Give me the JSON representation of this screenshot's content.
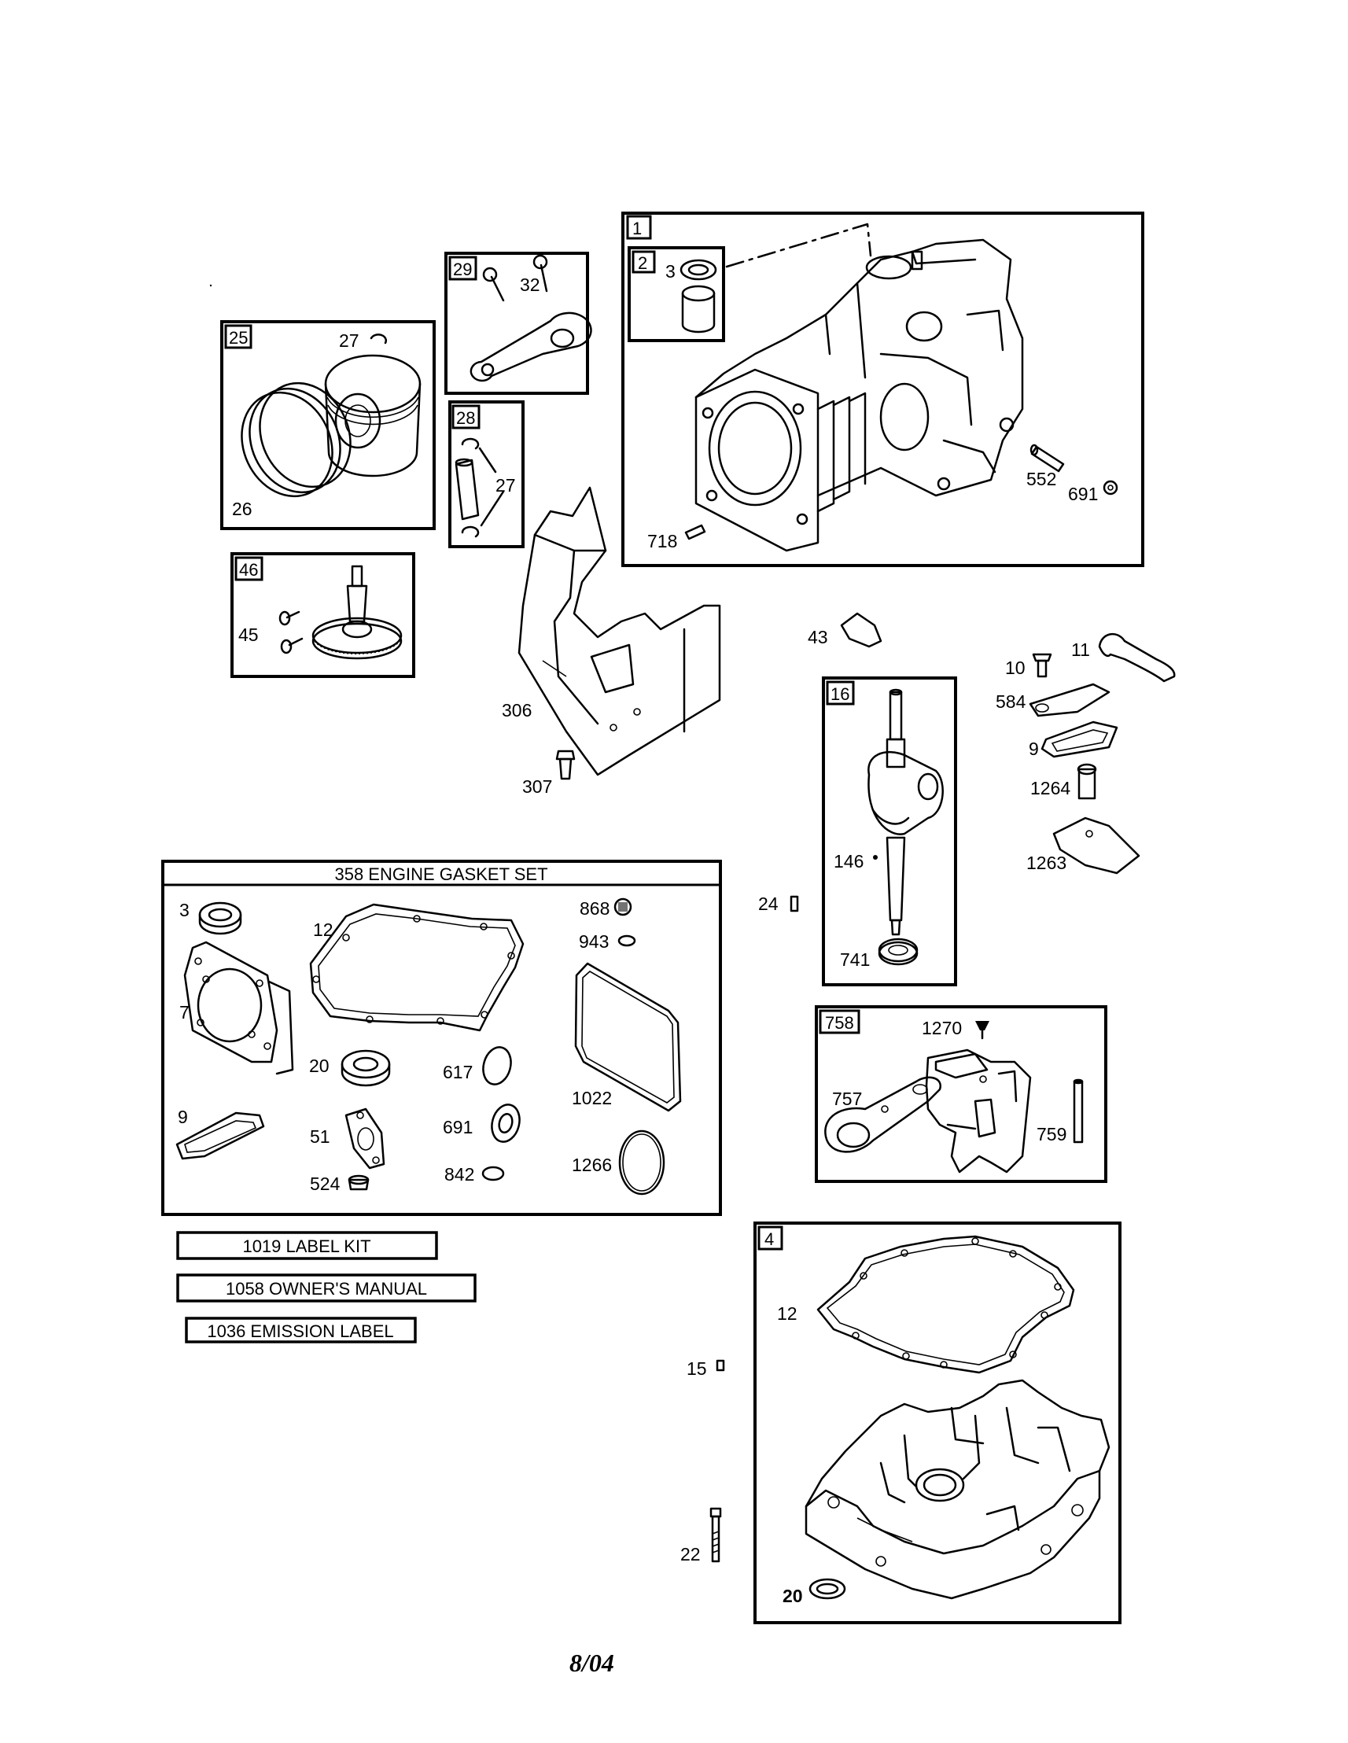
{
  "boxes": {
    "b1": "1",
    "b2": "2",
    "b25": "25",
    "b29": "29",
    "b28": "28",
    "b46": "46",
    "b16": "16",
    "b758": "758",
    "b4": "4"
  },
  "labels": {
    "l3a": "3",
    "l552": "552",
    "l691a": "691",
    "l718": "718",
    "l27a": "27",
    "l26": "26",
    "l32": "32",
    "l27b": "27",
    "l45": "45",
    "l306": "306",
    "l307": "307",
    "l43": "43",
    "l10": "10",
    "l11": "11",
    "l584": "584",
    "l9a": "9",
    "l1264": "1264",
    "l1263": "1263",
    "l146": "146",
    "l741": "741",
    "l24": "24",
    "l3b": "3",
    "l12a": "12",
    "l868": "868",
    "l943": "943",
    "l7": "7",
    "l20a": "20",
    "l617": "617",
    "l1022": "1022",
    "l9b": "9",
    "l51": "51",
    "l691b": "691",
    "l1266": "1266",
    "l524": "524",
    "l842": "842",
    "l1270": "1270",
    "l757": "757",
    "l759": "759",
    "l12b": "12",
    "l15": "15",
    "l22": "22",
    "l20b": "20"
  },
  "gasket_set": {
    "title": "358 ENGINE GASKET SET"
  },
  "kits": {
    "label_kit": "1019 LABEL KIT",
    "owners_manual": "1058 OWNER'S MANUAL",
    "emission_label": "1036 EMISSION LABEL"
  },
  "footer": {
    "date": "8/04"
  }
}
